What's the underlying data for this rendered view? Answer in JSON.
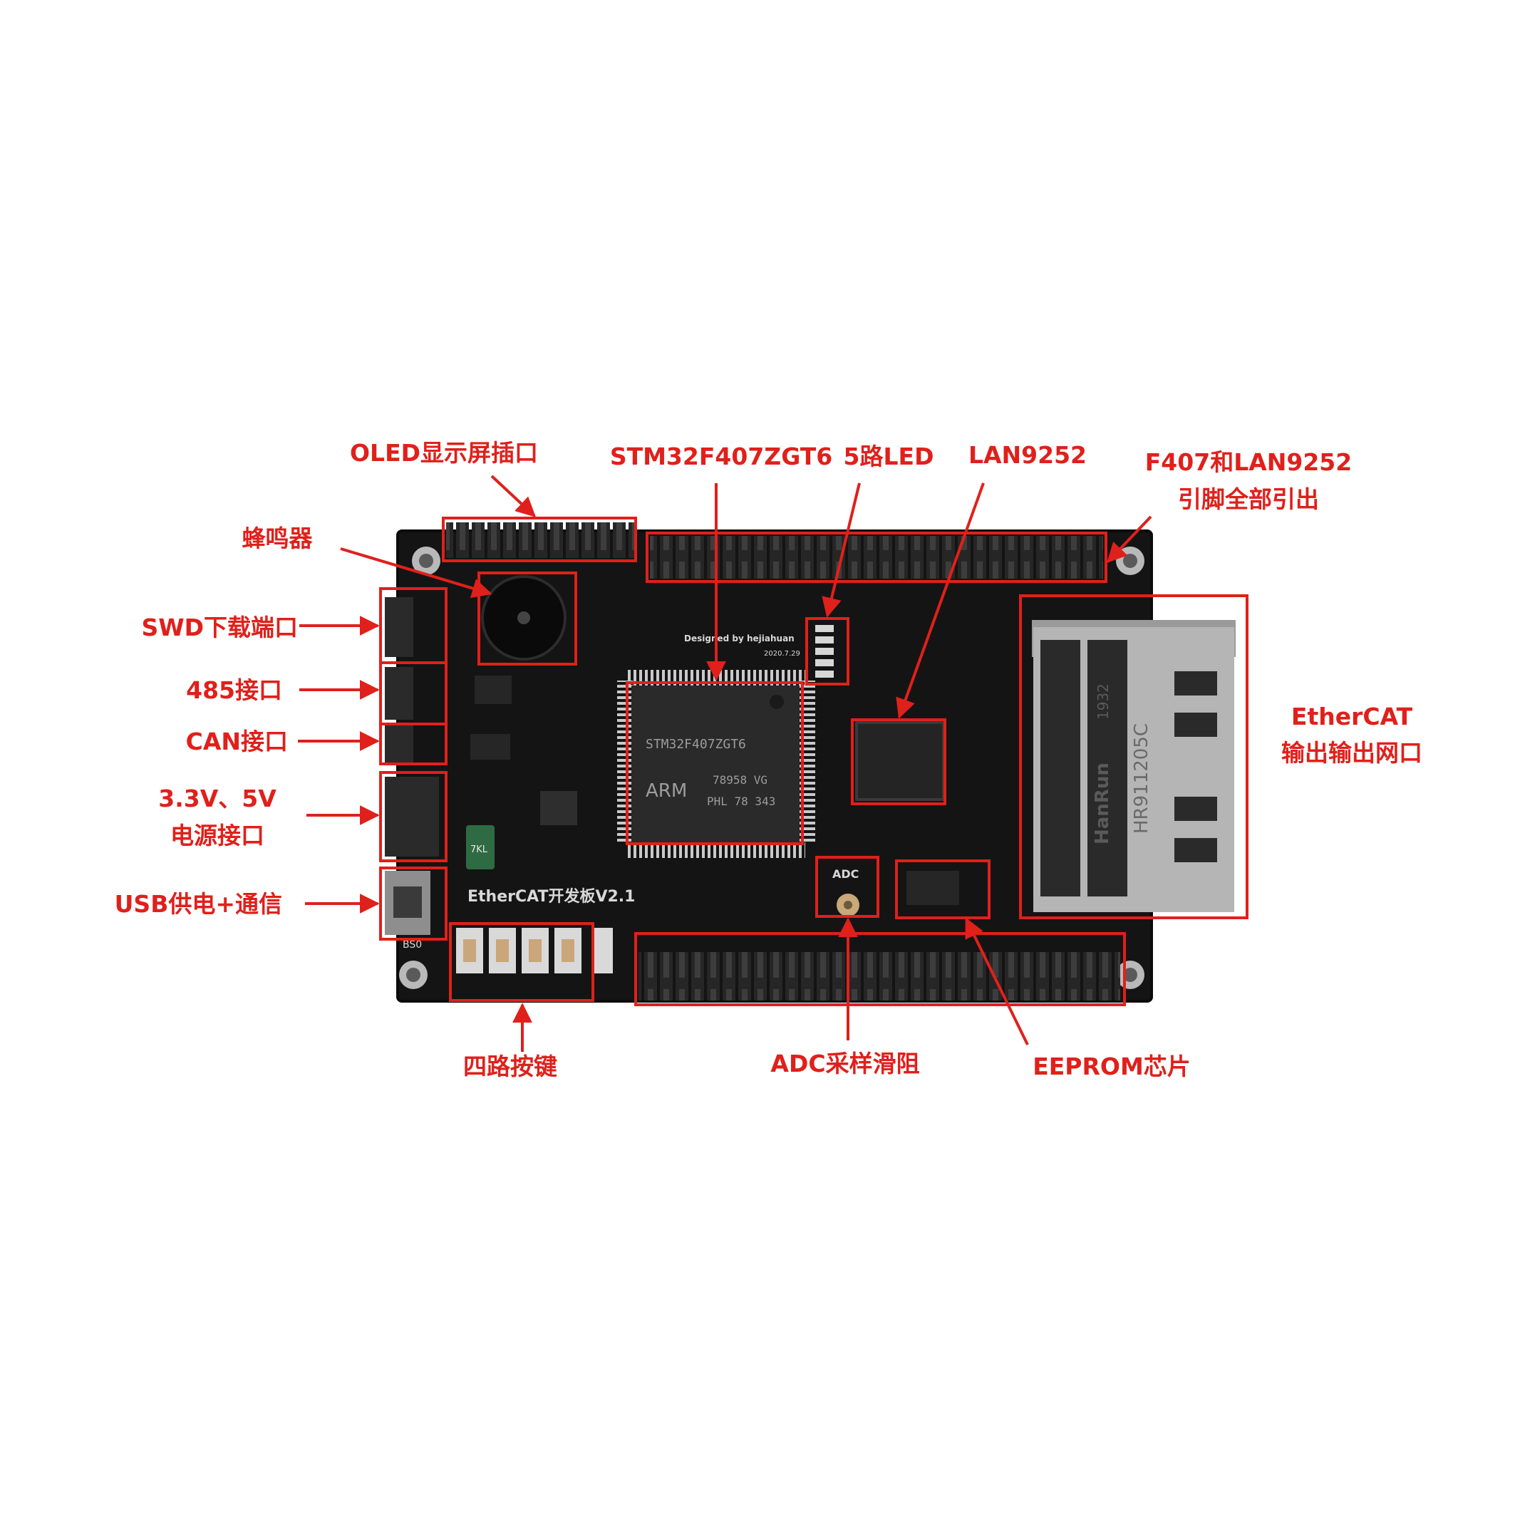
{
  "colors": {
    "annotation": "#e0201b",
    "pcb": "#141414",
    "pcb_edge": "#0b0b0b",
    "silkscreen": "#d8d8d8",
    "chip": "#2a2a2a",
    "metal": "#b9b9b9"
  },
  "labels": {
    "oled": "OLED显示屏插口",
    "mcu": "STM32F407ZGT6",
    "led5": "5路LED",
    "lan9252": "LAN9252",
    "pins_line1": "F407和LAN9252",
    "pins_line2": "引脚全部引出",
    "buzzer": "蜂鸣器",
    "swd": "SWD下载端口",
    "rs485": "485接口",
    "can": "CAN接口",
    "power_line1": "3.3V、5V",
    "power_line2": "电源接口",
    "usb": "USB供电+通信",
    "ethercat_line1": "EtherCAT",
    "ethercat_line2": "输出输出网口",
    "keys": "四路按键",
    "adc": "ADC采样滑阻",
    "eeprom": "EEPROM芯片"
  },
  "board": {
    "silk_title": "EtherCAT开发板V2.1",
    "designer": "Designed by hejiahuan",
    "date": "2020.7.29",
    "adc_mark": "ADC",
    "boot_mark": "BS0",
    "mcu_marking": [
      "STM32F407ZGT6",
      "78958 VG",
      "PHL 78 343"
    ],
    "mcu_arm": "ARM",
    "rj45_brand": "HanRun",
    "rj45_part": "HR911205C",
    "rj45_code": "1932",
    "fuse_mark": "7KL"
  }
}
